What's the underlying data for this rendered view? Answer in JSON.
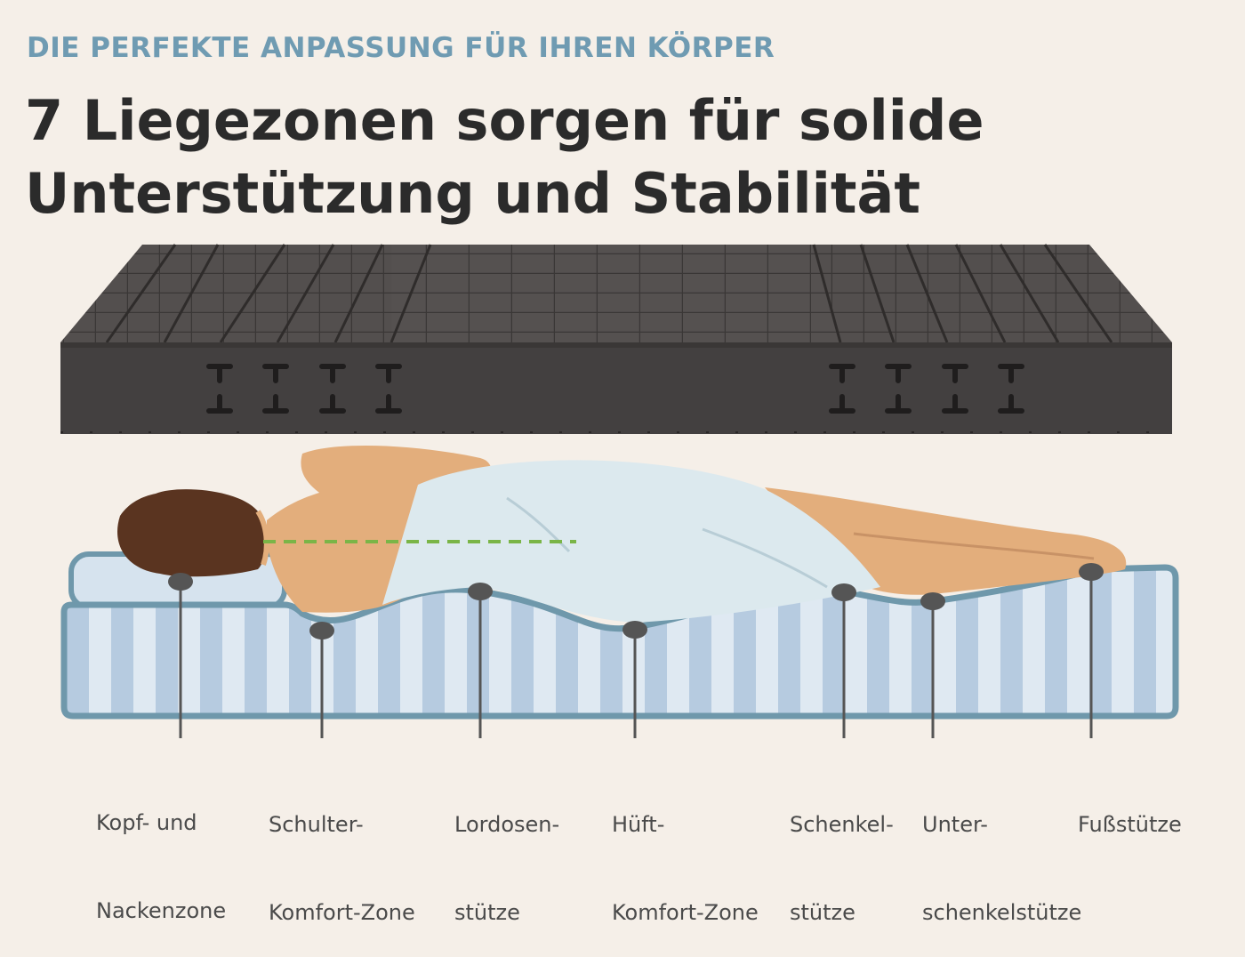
{
  "kicker": "DIE PERFEKTE ANPASSUNG FÜR IHREN KÖRPER",
  "headline": {
    "line1": "7 Liegezonen sorgen für solide",
    "line2": "Unterstützung und Stabilität"
  },
  "zones": [
    {
      "line1": "Kopf- und",
      "line2": "Nackenzone"
    },
    {
      "line1": "Schulter-",
      "line2": "Komfort-Zone"
    },
    {
      "line1": "Lordosen-",
      "line2": "stütze"
    },
    {
      "line1": "Hüft-",
      "line2": "Komfort-Zone"
    },
    {
      "line1": "Schenkel-",
      "line2": "stütze"
    },
    {
      "line1": "Unter-",
      "line2": "schenkelstütze"
    },
    {
      "line1": "Fußstütze",
      "line2": ""
    }
  ],
  "colors": {
    "kicker": "#6f9bb2",
    "headline": "#2b2b2b",
    "foam": "#4a4645",
    "mattress_outline": "#6f98ab",
    "stripe_light": "#dfe9f2",
    "stripe_dark": "#b6cbe0",
    "skin": "#e3ae7c",
    "hair": "#5a3420",
    "shirt": "#dce9ee",
    "spine_line": "#7ab547",
    "marker": "#555555"
  }
}
